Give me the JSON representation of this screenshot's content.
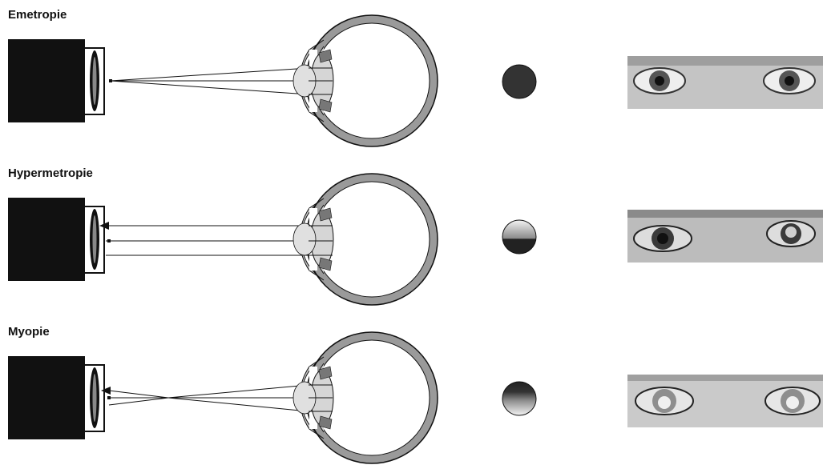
{
  "rows": [
    {
      "title": "Emetropie",
      "condition": "emmetropia",
      "reflex": "uniform-dark-pupil",
      "eye_pair": "eyes-dark-pupils"
    },
    {
      "title": "Hypermetropie",
      "condition": "hyperopia",
      "reflex": "bright-top-dark-bottom-crescent",
      "eye_pair": "eyes-bright-pupil-right"
    },
    {
      "title": "Myopie",
      "condition": "myopia",
      "reflex": "dark-top-bright-bottom-crescent",
      "eye_pair": "eyes-bright-pupils"
    }
  ],
  "colors": {
    "ink": "#111111",
    "sclera": "#9a9a9a",
    "lens": "#d6d6d6",
    "reflex_dark": "#333333",
    "reflex_light": "#f2f2f2",
    "photo_skin": "#c4c4c4"
  }
}
